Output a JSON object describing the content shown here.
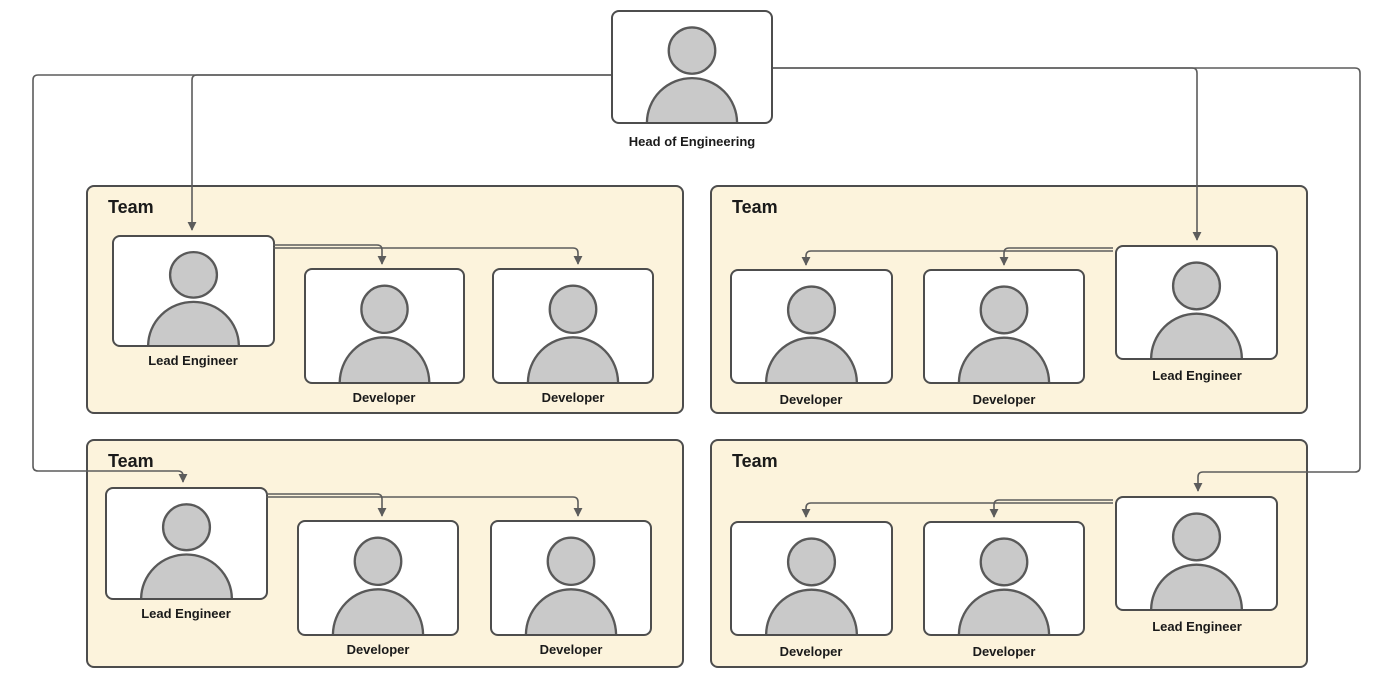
{
  "root": {
    "label": "Head of Engineering"
  },
  "teams": [
    {
      "title": "Team",
      "lead_position": "left",
      "members": [
        {
          "role": "Lead Engineer"
        },
        {
          "role": "Developer"
        },
        {
          "role": "Developer"
        }
      ]
    },
    {
      "title": "Team",
      "lead_position": "right",
      "members": [
        {
          "role": "Developer"
        },
        {
          "role": "Developer"
        },
        {
          "role": "Lead Engineer"
        }
      ]
    },
    {
      "title": "Team",
      "lead_position": "left",
      "members": [
        {
          "role": "Lead Engineer"
        },
        {
          "role": "Developer"
        },
        {
          "role": "Developer"
        }
      ]
    },
    {
      "title": "Team",
      "lead_position": "right",
      "members": [
        {
          "role": "Developer"
        },
        {
          "role": "Developer"
        },
        {
          "role": "Lead Engineer"
        }
      ]
    }
  ],
  "edges": [
    {
      "from": "Head of Engineering",
      "to": "Team 1 Lead Engineer"
    },
    {
      "from": "Head of Engineering",
      "to": "Team 2 Lead Engineer"
    },
    {
      "from": "Head of Engineering",
      "to": "Team 3 Lead Engineer"
    },
    {
      "from": "Head of Engineering",
      "to": "Team 4 Lead Engineer"
    },
    {
      "from": "Team 1 Lead Engineer",
      "to": "Team 1 Developer 1"
    },
    {
      "from": "Team 1 Lead Engineer",
      "to": "Team 1 Developer 2"
    },
    {
      "from": "Team 2 Lead Engineer",
      "to": "Team 2 Developer 1"
    },
    {
      "from": "Team 2 Lead Engineer",
      "to": "Team 2 Developer 2"
    },
    {
      "from": "Team 3 Lead Engineer",
      "to": "Team 3 Developer 1"
    },
    {
      "from": "Team 3 Lead Engineer",
      "to": "Team 3 Developer 2"
    },
    {
      "from": "Team 4 Lead Engineer",
      "to": "Team 4 Developer 1"
    },
    {
      "from": "Team 4 Lead Engineer",
      "to": "Team 4 Developer 2"
    }
  ],
  "colors": {
    "background": "#FFFFFF",
    "team_fill": "#FCF3DC",
    "card_fill": "#FFFFFF",
    "node_border": "#4D4D4D",
    "person_fill": "#C9C9C9",
    "person_stroke": "#595959",
    "connector": "#5C5C5C",
    "text": "#1A1A1A"
  }
}
